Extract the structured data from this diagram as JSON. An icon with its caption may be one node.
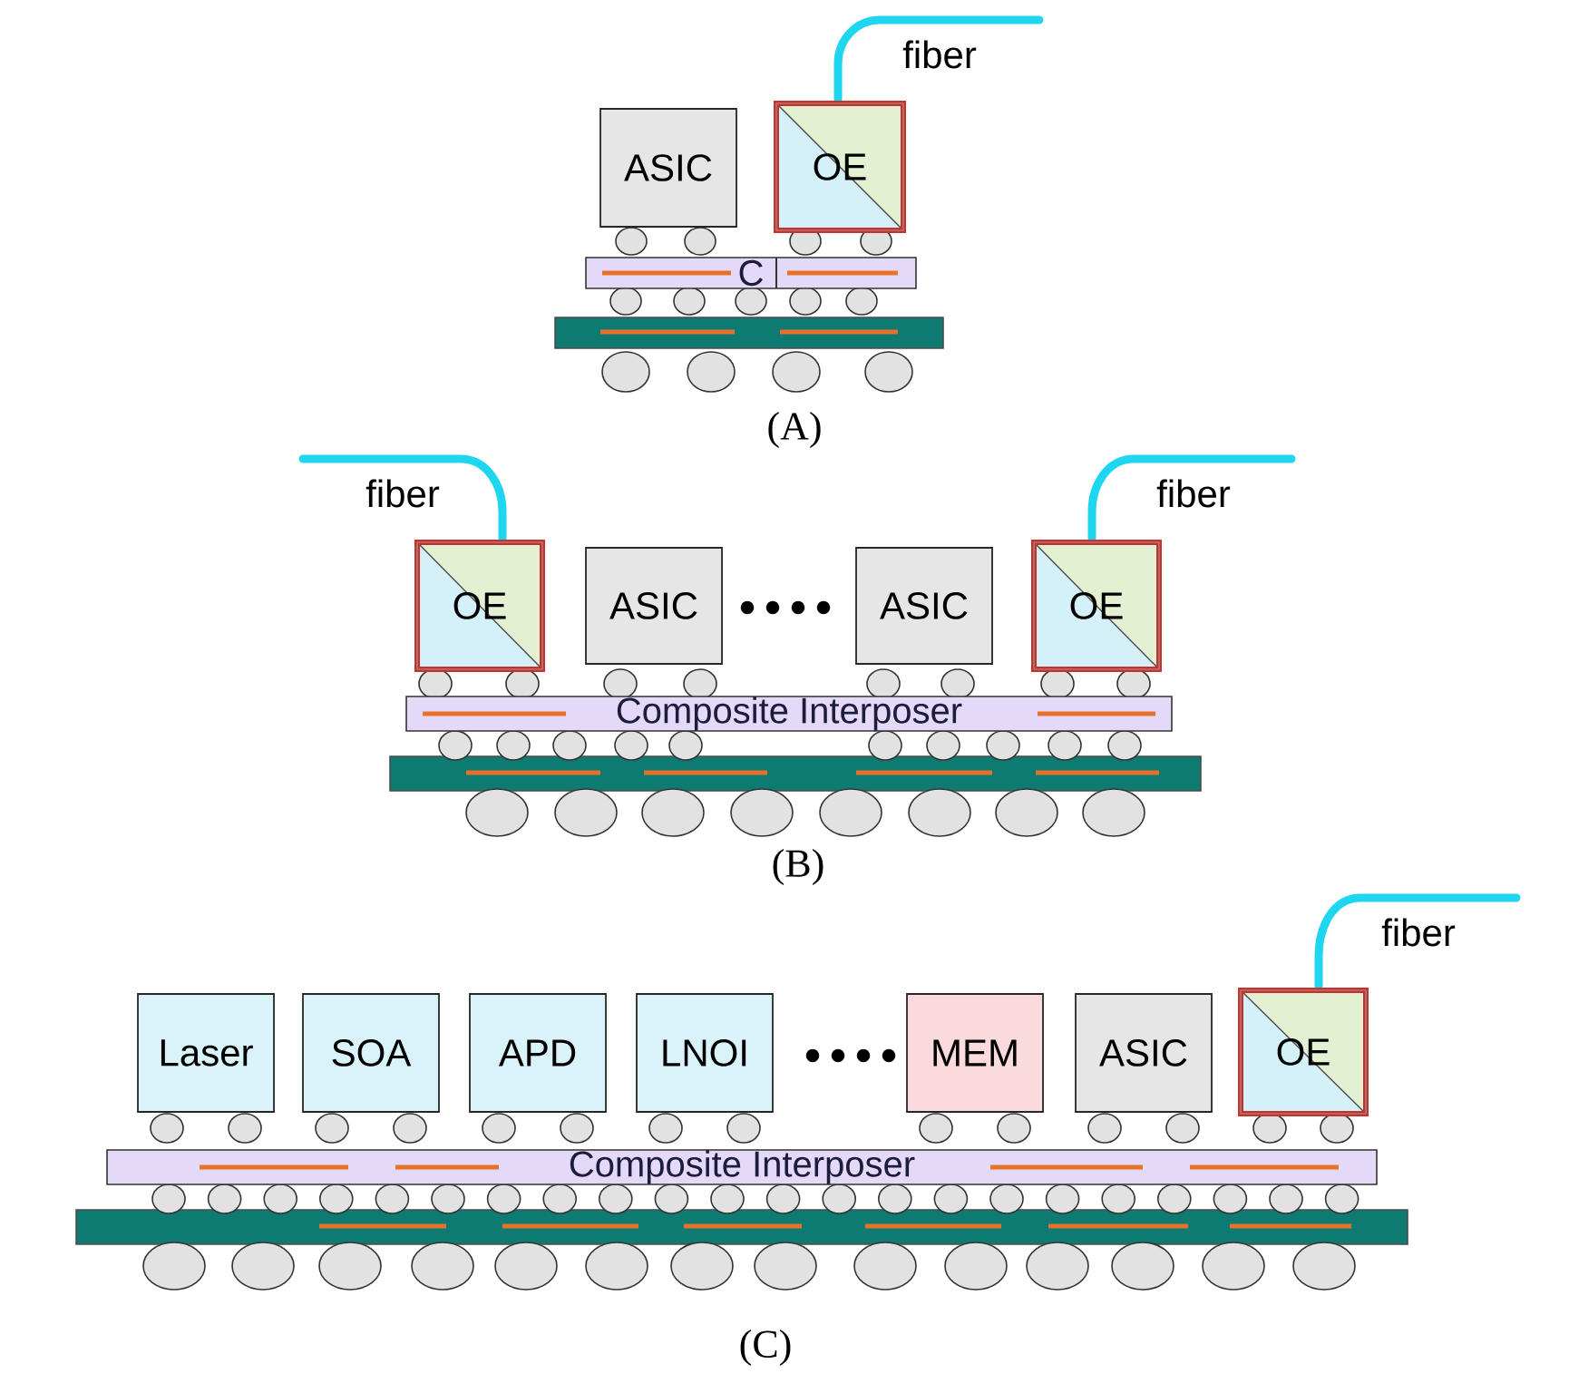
{
  "diagram": {
    "nodes": [
      {
        "text": [
          "ASIC"
        ]
      },
      {
        "text": [
          "OE"
        ]
      },
      {
        "text": [
          "C"
        ]
      },
      {
        "text": [
          "OE"
        ]
      },
      {
        "text": [
          "ASIC"
        ]
      },
      {
        "text": [
          "ASIC"
        ]
      },
      {
        "text": [
          "OE"
        ]
      },
      {
        "text": [
          "Composite Interposer"
        ]
      },
      {
        "text": [
          "Laser"
        ]
      },
      {
        "text": [
          "SOA"
        ]
      },
      {
        "text": [
          "APD"
        ]
      },
      {
        "text": [
          "LNOI"
        ]
      },
      {
        "text": [
          "MEM"
        ]
      },
      {
        "text": [
          "ASIC"
        ]
      },
      {
        "text": [
          "OE"
        ]
      },
      {
        "text": [
          "Composite Interposer"
        ]
      }
    ],
    "labels": [
      "fiber",
      "(A)",
      "fiber",
      "fiber",
      "(B)",
      "fiber",
      "(C)"
    ]
  }
}
